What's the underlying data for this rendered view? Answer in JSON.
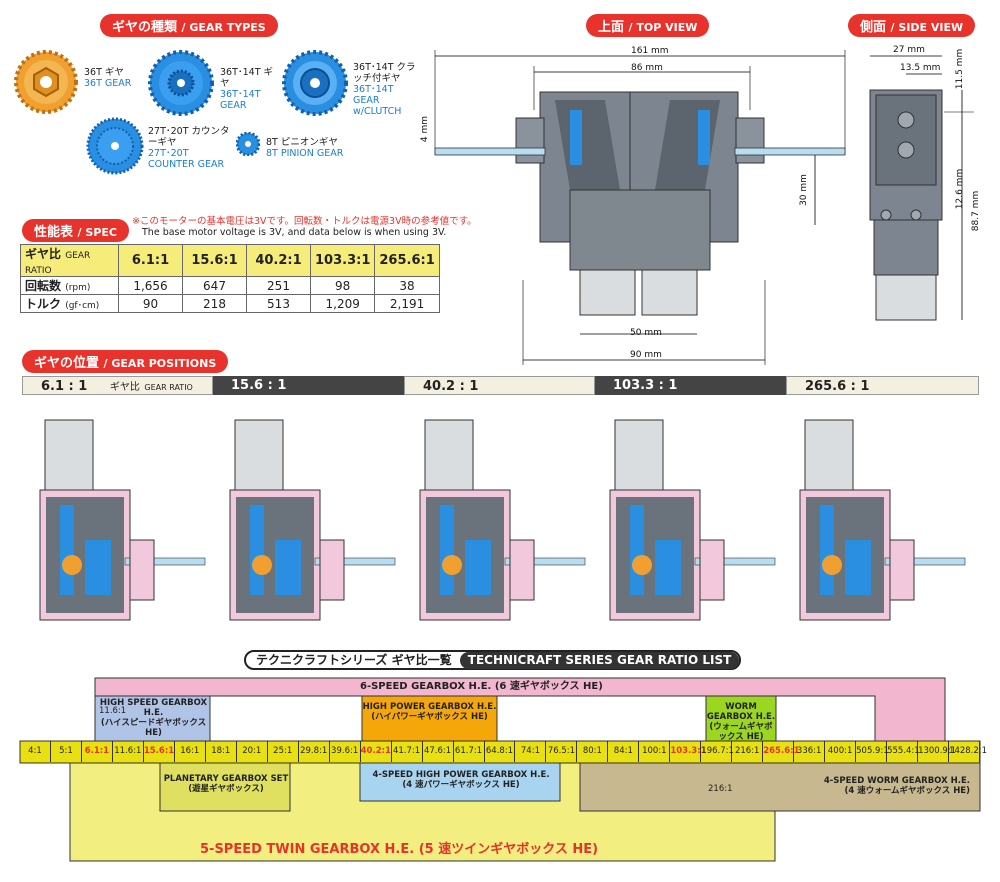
{
  "gear_types": {
    "title_jp": "ギヤの種類",
    "title_en": "/ GEAR TYPES",
    "items": [
      {
        "jp": "36T ギヤ",
        "en": "36T GEAR",
        "color": "#f0a030"
      },
      {
        "jp": "36T･14T ギヤ",
        "en": "36T･14T GEAR",
        "color": "#2a8fe0"
      },
      {
        "jp": "36T･14T クラッチ付ギヤ",
        "en": "36T･14T GEAR w/CLUTCH",
        "color": "#2a8fe0"
      },
      {
        "jp": "27T･20T カウンターギヤ",
        "en": "27T･20T COUNTER GEAR",
        "color": "#2a8fe0"
      },
      {
        "jp": "8T ピニオンギヤ",
        "en": "8T PINION GEAR",
        "color": "#2a8fe0"
      }
    ]
  },
  "top_view": {
    "title_jp": "上面",
    "title_en": "/ TOP VIEW",
    "dims": {
      "overall": "161 mm",
      "inner": "86 mm",
      "shaft": "4 mm",
      "depth": "30 mm",
      "lower": "50 mm",
      "base": "90 mm"
    }
  },
  "side_view": {
    "title_jp": "側面",
    "title_en": "/ SIDE VIEW",
    "dims": {
      "width": "27 mm",
      "half": "13.5 mm",
      "top": "11.5 mm",
      "mid": "12.6 mm",
      "height": "88.7 mm"
    }
  },
  "spec": {
    "title_jp": "性能表",
    "title_en": "/ SPEC",
    "note_jp": "※このモーターの基本電圧は3Vです。回転数・トルクは電源3V時の参考値です。",
    "note_en": "The base motor voltage is 3V, and data below is when using 3V.",
    "header_label_jp": "ギヤ比",
    "header_label_en": "GEAR RATIO",
    "ratios": [
      "6.1:1",
      "15.6:1",
      "40.2:1",
      "103.3:1",
      "265.6:1"
    ],
    "rows": [
      {
        "label_jp": "回転数",
        "unit": "(rpm)",
        "values": [
          "1,656",
          "647",
          "251",
          "98",
          "38"
        ]
      },
      {
        "label_jp": "トルク",
        "unit": "(gf･cm)",
        "values": [
          "90",
          "218",
          "513",
          "1,209",
          "2,191"
        ]
      }
    ]
  },
  "gear_positions": {
    "title_jp": "ギヤの位置",
    "title_en": "/ GEAR POSITIONS",
    "strip": [
      {
        "label": "6.1 : 1",
        "sub_jp": "ギヤ比",
        "sub_en": "GEAR RATIO",
        "dark": false
      },
      {
        "label": "15.6 : 1",
        "dark": true
      },
      {
        "label": "40.2 : 1",
        "dark": false
      },
      {
        "label": "103.3 : 1",
        "dark": true
      },
      {
        "label": "265.6 : 1",
        "dark": false
      }
    ]
  },
  "ratio_list": {
    "title_jp": "テクニクラフトシリーズ ギヤ比一覧",
    "title_en": "TECHNICRAFT SERIES GEAR RATIO LIST",
    "six_speed": "6-SPEED GEARBOX H.E.",
    "six_speed_jp": "(6 速ギヤボックス HE)",
    "high_speed": "HIGH SPEED GEARBOX H.E.",
    "high_speed_jp": "(ハイスピードギヤボックス HE)",
    "high_power": "HIGH POWER GEARBOX H.E.",
    "high_power_jp": "(ハイパワーギヤボックス HE)",
    "worm": "WORM GEARBOX H.E.",
    "worm_jp": "(ウォームギヤボックス HE)",
    "planetary": "PLANETARY GEARBOX SET",
    "planetary_jp": "(遊星ギヤボックス)",
    "four_hp": "4-SPEED HIGH POWER GEARBOX H.E.",
    "four_hp_jp": "(4 速パワーギヤボックス HE)",
    "four_worm": "4-SPEED WORM GEARBOX H.E.",
    "four_worm_jp": "(4 速ウォームギヤボックス HE)",
    "five_twin": "5-SPEED TWIN GEARBOX H.E.",
    "five_twin_jp": "(5 速ツインギヤボックス HE)",
    "extra_top": "11.6:1",
    "extra_bottom": "216:1",
    "ratios": [
      "4:1",
      "5:1",
      "6.1:1",
      "11.6:1",
      "15.6:1",
      "16:1",
      "18:1",
      "20:1",
      "25:1",
      "29.8:1",
      "39.6:1",
      "40.2:1",
      "41.7:1",
      "47.6:1",
      "61.7:1",
      "64.8:1",
      "74:1",
      "76.5:1",
      "80:1",
      "84:1",
      "100:1",
      "103.3:1",
      "196.7:1",
      "216:1",
      "265.6:1",
      "336:1",
      "400:1",
      "505.9:1",
      "555.4:1",
      "1300.9:1",
      "1428.2:1"
    ]
  }
}
